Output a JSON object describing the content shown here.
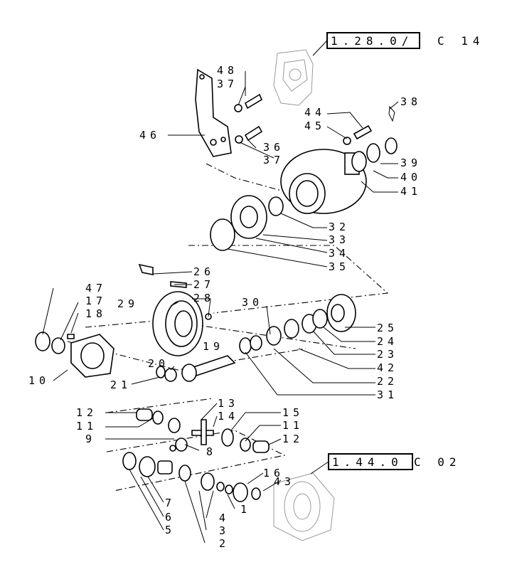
{
  "references": [
    {
      "code": "1.28.0/",
      "suffix": "C 14"
    },
    {
      "code": "1.44.0",
      "suffix": "C 02"
    }
  ],
  "callouts": [
    "48",
    "37",
    "46",
    "36",
    "37",
    "44",
    "45",
    "38",
    "39",
    "40",
    "41",
    "32",
    "33",
    "34",
    "35",
    "26",
    "27",
    "28",
    "47",
    "17",
    "18",
    "29",
    "30",
    "25",
    "24",
    "23",
    "42",
    "22",
    "31",
    "10",
    "19",
    "20",
    "21",
    "12",
    "11",
    "9",
    "13",
    "14",
    "15",
    "11",
    "12",
    "8",
    "16",
    "43",
    "7",
    "6",
    "5",
    "1",
    "4",
    "3",
    "2"
  ]
}
